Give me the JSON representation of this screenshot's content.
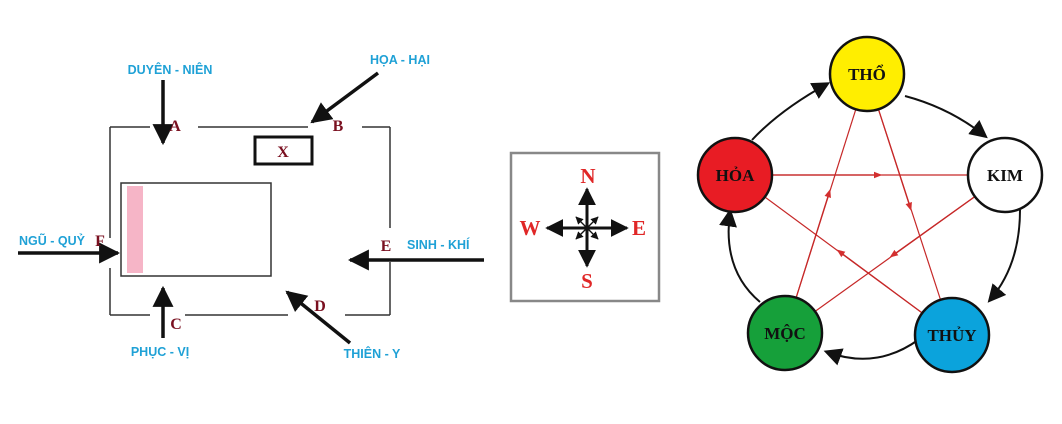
{
  "floor_plan": {
    "labels": {
      "top": "DUYÊN - NIÊN",
      "top_right": "HỌA - HẠI",
      "left": "NGŨ - QUỶ",
      "right": "SINH - KHÍ",
      "bottom_right": "THIÊN - Y",
      "bottom": "PHỤC - VỊ"
    },
    "letters": {
      "a": "A",
      "b": "B",
      "c": "C",
      "d": "D",
      "e": "E",
      "f": "F"
    },
    "marker": "X"
  },
  "compass": {
    "north": "N",
    "south": "S",
    "east": "E",
    "west": "W"
  },
  "five_elements": {
    "nodes": [
      {
        "label": "THỔ",
        "color": "#ffee00"
      },
      {
        "label": "KIM",
        "color": "#ffffff"
      },
      {
        "label": "THỦY",
        "color": "#0ba3dc"
      },
      {
        "label": "MỘC",
        "color": "#16a03a"
      },
      {
        "label": "HỎA",
        "color": "#e81c24"
      }
    ],
    "cycle_color": "#111111",
    "control_color": "#c62828"
  }
}
